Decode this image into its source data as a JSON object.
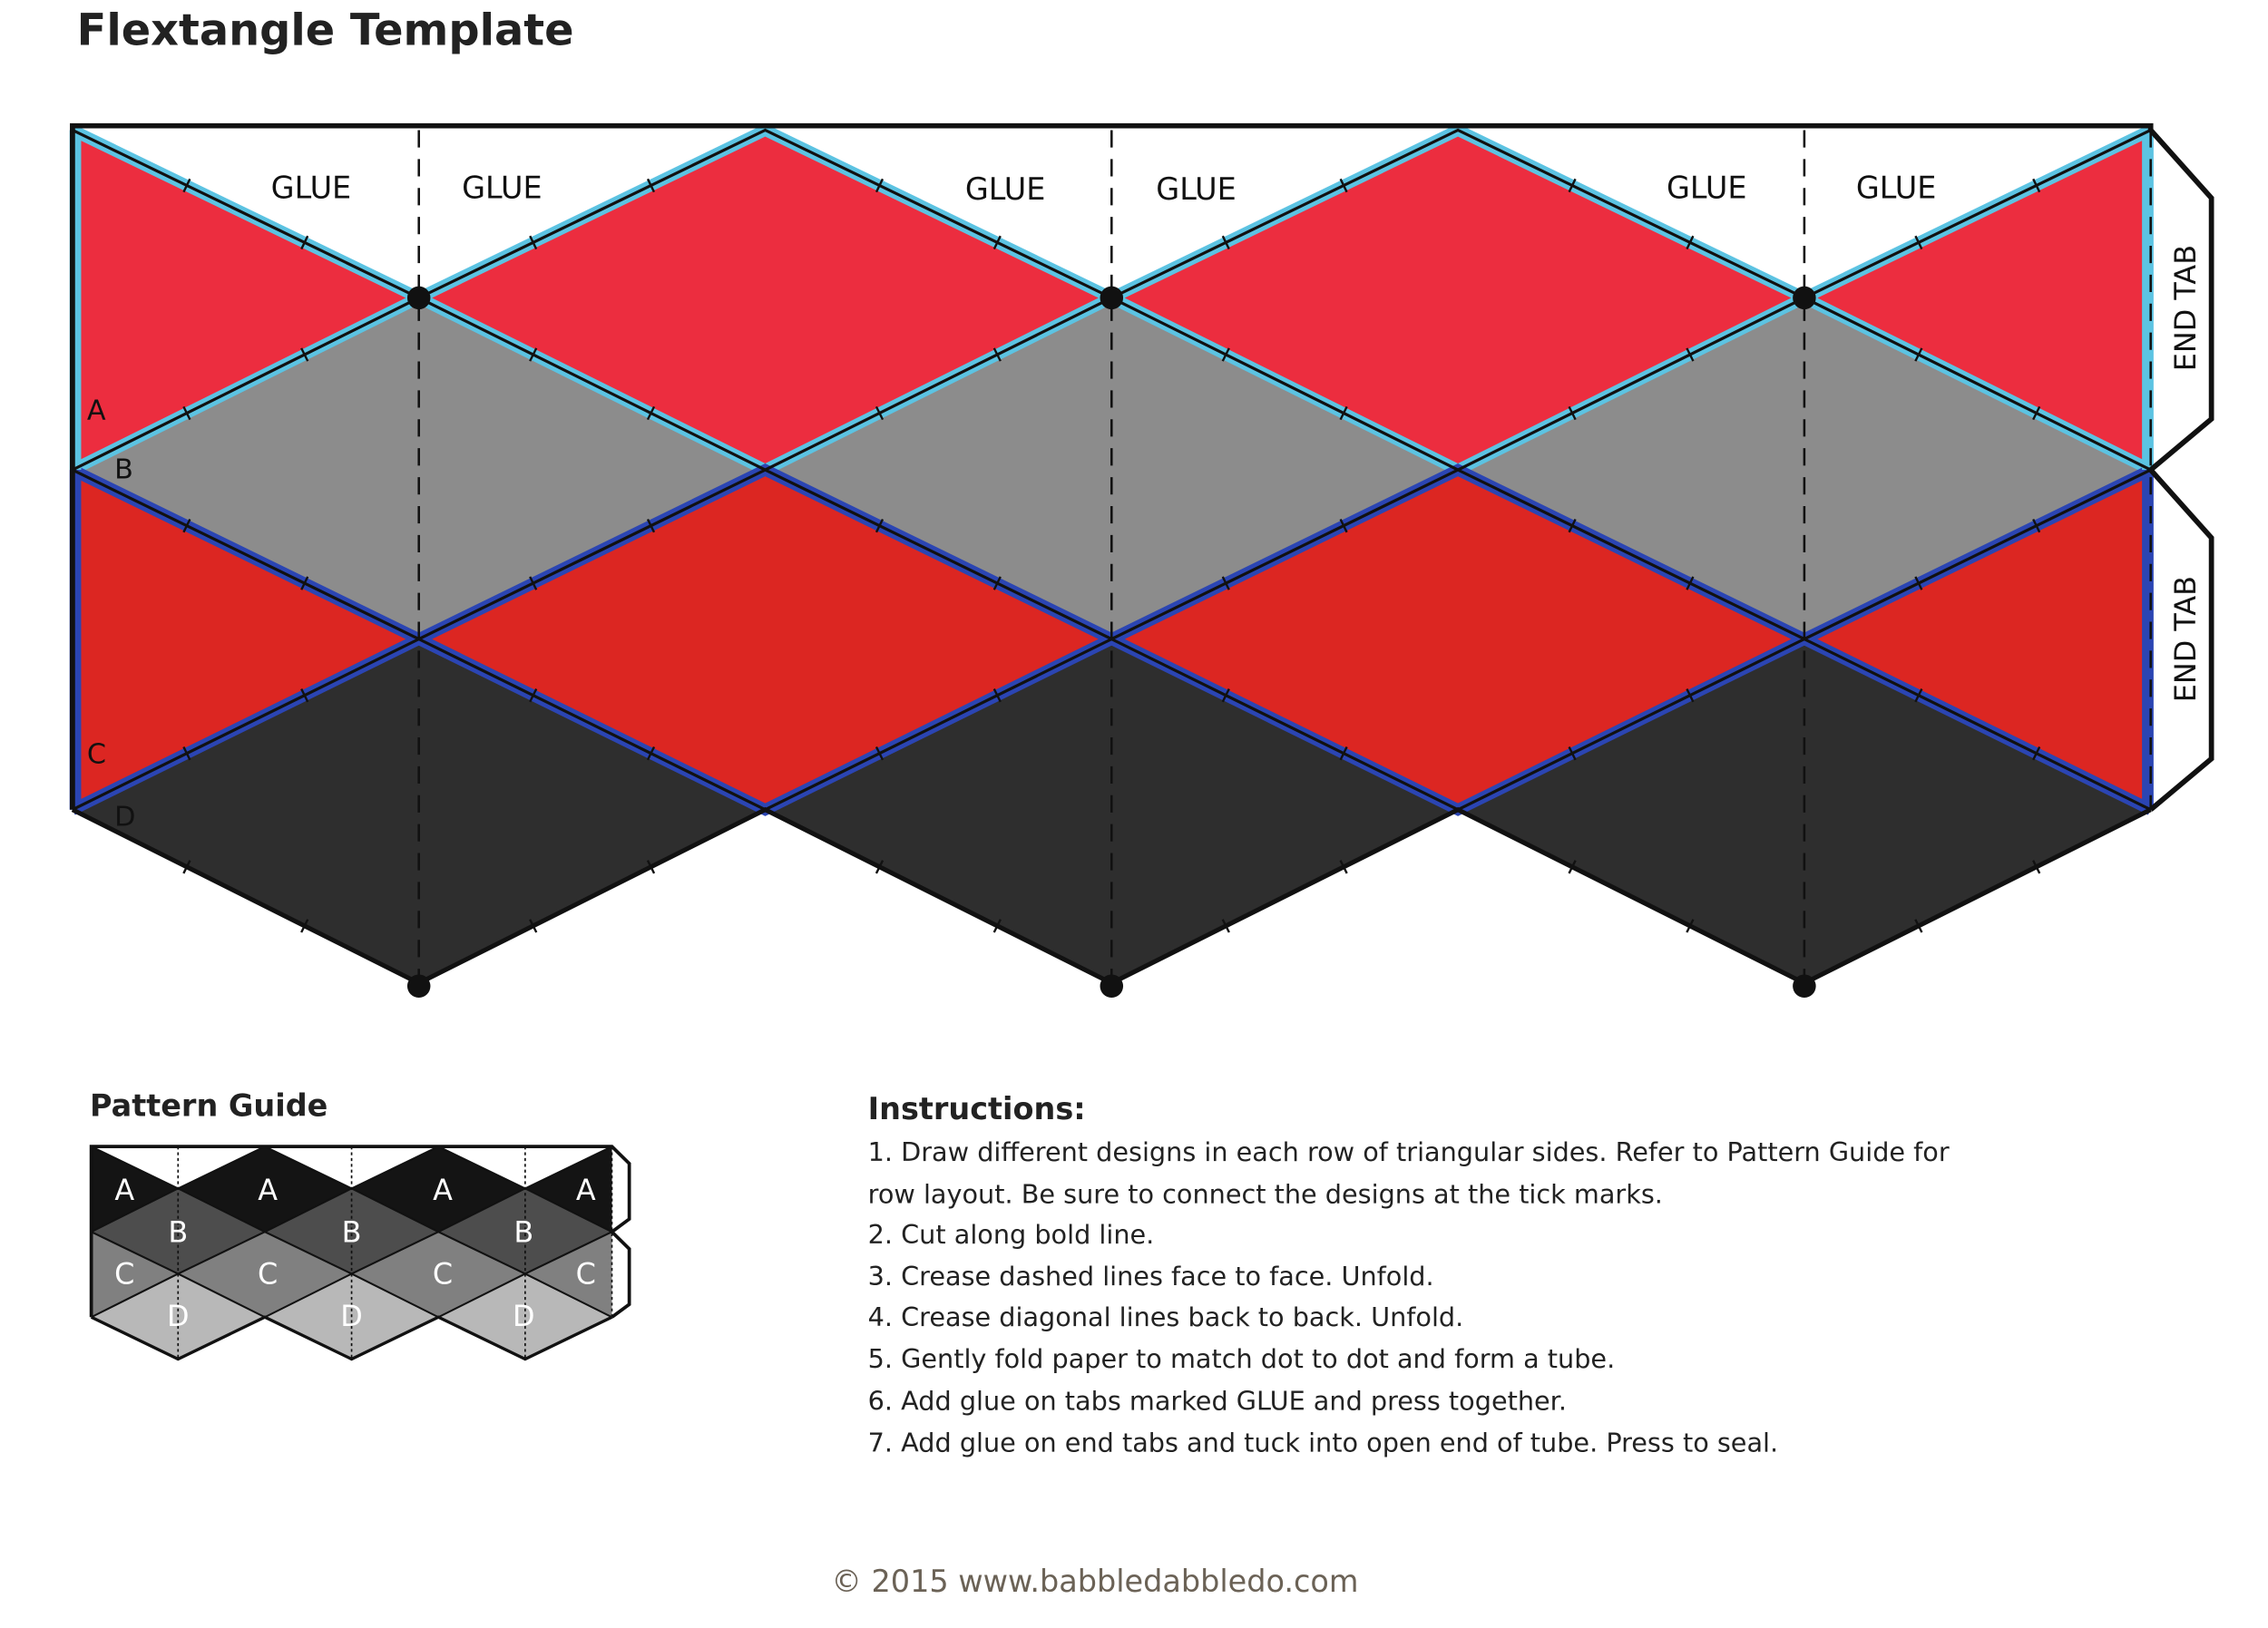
{
  "title": "Flextangle Template",
  "template": {
    "glue_labels": [
      "GLUE",
      "GLUE",
      "GLUE",
      "GLUE",
      "GLUE",
      "GLUE"
    ],
    "row_labels": [
      "A",
      "B",
      "C",
      "D"
    ],
    "end_tab_labels": [
      "END TAB",
      "END TAB"
    ],
    "colors": {
      "row_a": "#ec2d3f",
      "row_b": "#8c8c8c",
      "row_c": "#dc2622",
      "row_d": "#2e2e2e",
      "outline_a": "#5cc3e2",
      "outline_c": "#2b45b3"
    }
  },
  "pattern_guide": {
    "title": "Pattern Guide",
    "labels": {
      "a": "A",
      "b": "B",
      "c": "C",
      "d": "D"
    }
  },
  "instructions": {
    "heading": "Instructions:",
    "lines": [
      "1. Draw different designs in each row of triangular sides. Refer to Pattern Guide for",
      "row layout. Be sure to connect the designs at the tick marks.",
      "2. Cut along bold line.",
      "3. Crease dashed lines face to face. Unfold.",
      "4. Crease diagonal lines back to back. Unfold.",
      "5. Gently fold paper to match dot to dot and form a tube.",
      "6. Add glue on tabs marked GLUE and press together.",
      "7. Add glue on end tabs and tuck into open end of tube. Press to seal."
    ]
  },
  "footer": "© 2015  www.babbledabbledo.com"
}
